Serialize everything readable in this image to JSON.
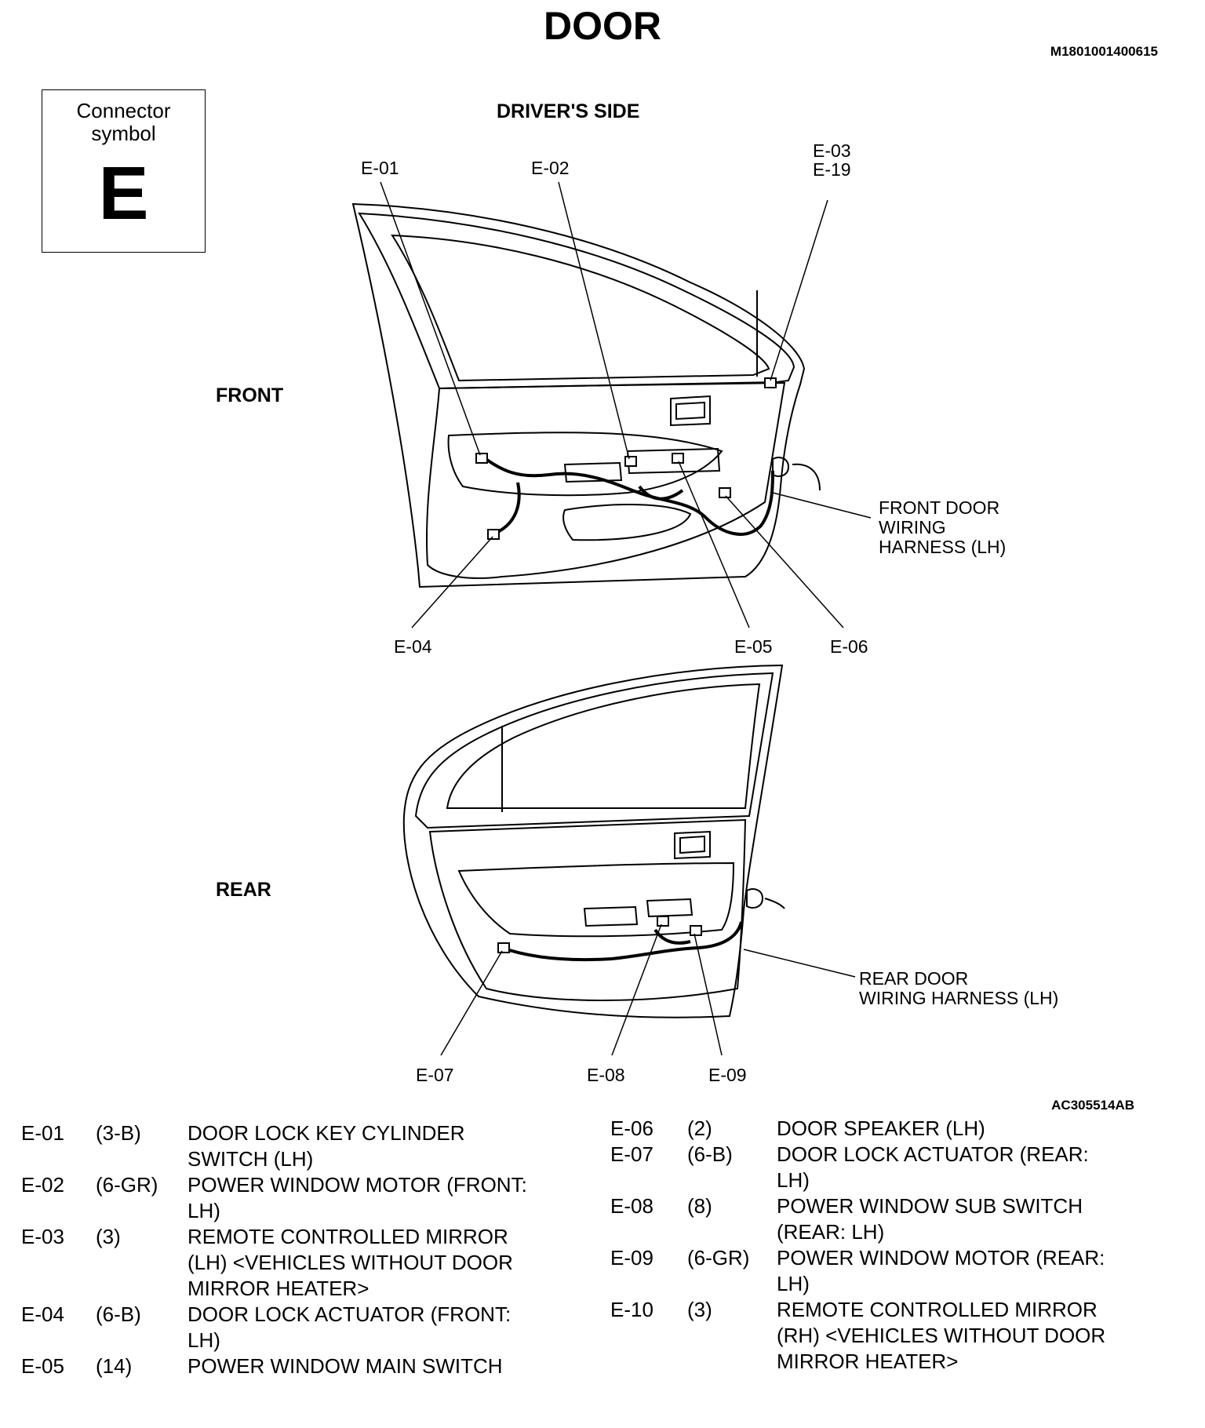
{
  "page": {
    "title": "DOOR",
    "doc_id": "M1801001400615",
    "figure_id": "AC305514AB",
    "side_heading": "DRIVER'S SIDE",
    "front_heading": "FRONT",
    "rear_heading": "REAR"
  },
  "connector_symbol": {
    "label_line1": "Connector",
    "label_line2": "symbol",
    "letter": "E"
  },
  "callouts": {
    "e01": "E-01",
    "e02": "E-02",
    "e03": "E-03",
    "e19": "E-19",
    "e04": "E-04",
    "e05": "E-05",
    "e06": "E-06",
    "e07": "E-07",
    "e08": "E-08",
    "e09": "E-09"
  },
  "harness_labels": {
    "front_line1": "FRONT DOOR",
    "front_line2": "WIRING",
    "front_line3": "HARNESS (LH)",
    "rear_line1": "REAR DOOR",
    "rear_line2": "WIRING HARNESS (LH)"
  },
  "legend_left": [
    {
      "code": "E-01",
      "size": "(3-B)",
      "desc_lines": [
        "DOOR LOCK KEY CYLINDER",
        "SWITCH (LH)"
      ]
    },
    {
      "code": "E-02",
      "size": "(6-GR)",
      "desc_lines": [
        "POWER WINDOW MOTOR (FRONT:",
        "LH)"
      ]
    },
    {
      "code": "E-03",
      "size": "(3)",
      "desc_lines": [
        "REMOTE CONTROLLED MIRROR",
        "(LH) <VEHICLES WITHOUT DOOR",
        "MIRROR HEATER>"
      ]
    },
    {
      "code": "E-04",
      "size": "(6-B)",
      "desc_lines": [
        "DOOR LOCK ACTUATOR (FRONT:",
        "LH)"
      ]
    },
    {
      "code": "E-05",
      "size": "(14)",
      "desc_lines": [
        "POWER WINDOW MAIN SWITCH"
      ]
    }
  ],
  "legend_right": [
    {
      "code": "E-06",
      "size": "(2)",
      "desc_lines": [
        "DOOR SPEAKER (LH)"
      ]
    },
    {
      "code": "E-07",
      "size": "(6-B)",
      "desc_lines": [
        "DOOR LOCK ACTUATOR (REAR:",
        "LH)"
      ]
    },
    {
      "code": "E-08",
      "size": "(8)",
      "desc_lines": [
        "POWER WINDOW SUB SWITCH",
        "(REAR: LH)"
      ]
    },
    {
      "code": "E-09",
      "size": "(6-GR)",
      "desc_lines": [
        "POWER WINDOW MOTOR (REAR:",
        "LH)"
      ]
    },
    {
      "code": "E-10",
      "size": "(3)",
      "desc_lines": [
        "REMOTE CONTROLLED MIRROR",
        "(RH) <VEHICLES WITHOUT DOOR",
        "MIRROR HEATER>"
      ]
    }
  ]
}
